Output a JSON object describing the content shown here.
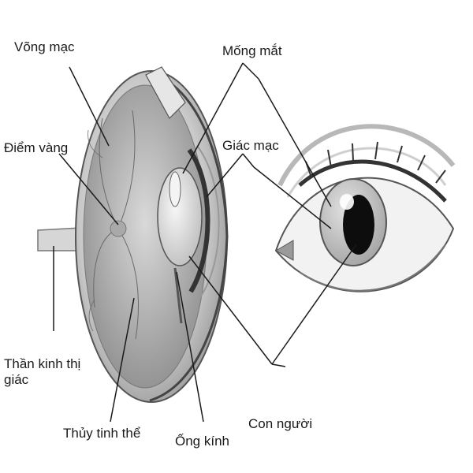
{
  "labels": {
    "retina": "Võng mạc",
    "yellow_spot": "Điểm vàng",
    "optic_nerve": "Thần kinh thị giác",
    "vitreous": "Thủy tinh thể",
    "iris": "Mống mắt",
    "cornea": "Giác mạc",
    "lens": "Ống kính",
    "pupil": "Con người"
  },
  "colors": {
    "line": "#1a1a1a",
    "eyeball": "#cfcfcf",
    "pupil": "#0d0d0d",
    "iris": "#bdbdbd"
  }
}
